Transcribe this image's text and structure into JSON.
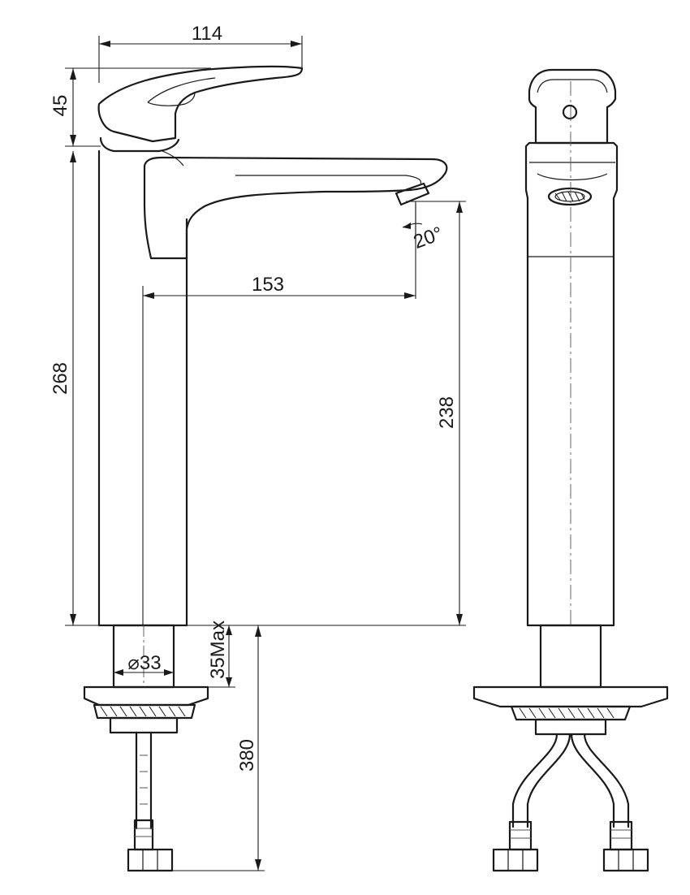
{
  "dimensions": {
    "handle_length": "114",
    "handle_height": "45",
    "body_height": "268",
    "spout_reach": "153",
    "spout_height": "238",
    "aerator_angle": "20°",
    "shank_diameter": "⌀33",
    "max_counter_thickness": "35Max",
    "hose_length": "380"
  }
}
